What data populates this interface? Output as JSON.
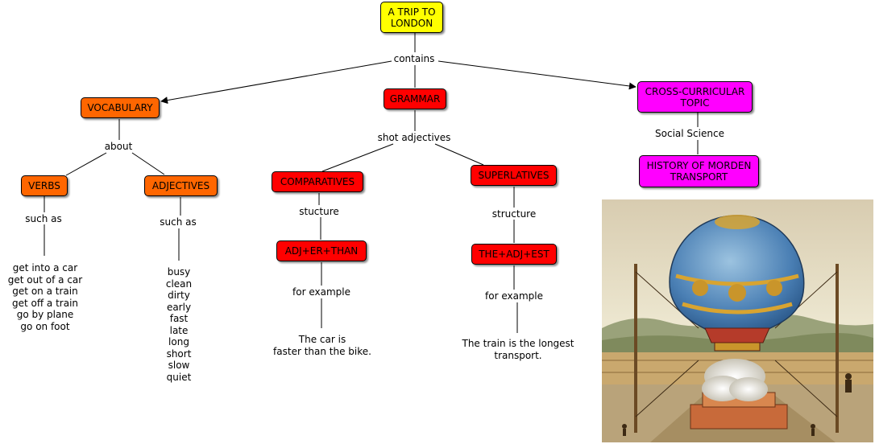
{
  "colors": {
    "root": "#ffff00",
    "vocabulary": "#ff6600",
    "grammar": "#ff0000",
    "cross": "#ff00ff",
    "edge": "#000000"
  },
  "nodes": {
    "root": "A TRIP TO\nLONDON",
    "vocabulary": "VOCABULARY",
    "grammar": "GRAMMAR",
    "cross_curricular": "CROSS-CURRICULAR\nTOPIC",
    "verbs": "VERBS",
    "adjectives": "ADJECTIVES",
    "comparatives": "COMPARATIVES",
    "superlatives": "SUPERLATIVES",
    "adj_er_than": "ADJ+ER+THAN",
    "the_adj_est": "THE+ADJ+EST",
    "history": "HISTORY OF MORDEN\nTRANSPORT"
  },
  "links": {
    "contains": "contains",
    "about": "about",
    "shot_adjectives": "shot adjectives",
    "social_science": "Social Science",
    "verbs_such_as": "such as",
    "adjectives_such_as": "such as",
    "comparatives_structure": "stucture",
    "superlatives_structure": "structure",
    "comparatives_example": "for example",
    "superlatives_example": "for example"
  },
  "leaves": {
    "verb_list": "get into a car\nget out of a car\nget on a train\nget off a train\ngo by plane\ngo on foot",
    "adjective_list": "busy\nclean\ndirty\nearly\nfast\nlate\nlong\nshort\nslow\nquiet",
    "comparative_example": "The car is\nfaster than the bike.",
    "superlative_example": "The train is the longest\ntransport."
  },
  "image": {
    "subject": "hot-air-balloon-illustration"
  }
}
